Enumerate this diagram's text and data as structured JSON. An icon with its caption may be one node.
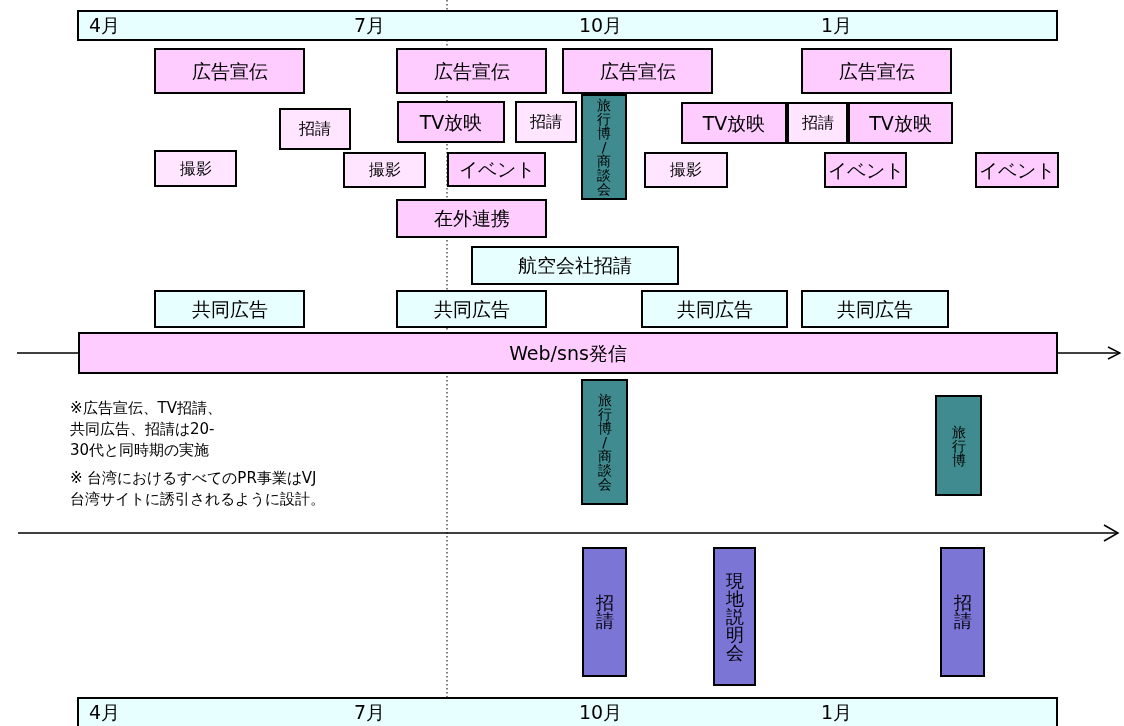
{
  "diagram": {
    "nodes": [
      {
        "text": [
          "4月",
          "7月",
          "10月",
          "1月"
        ]
      },
      {
        "text": [
          "広告宣伝"
        ]
      },
      {
        "text": [
          "広告宣伝"
        ]
      },
      {
        "text": [
          "広告宣伝"
        ]
      },
      {
        "text": [
          "広告宣伝"
        ]
      },
      {
        "text": [
          "TV放映"
        ]
      },
      {
        "text": [
          "招請"
        ]
      },
      {
        "text": [
          "旅行博/商談会"
        ]
      },
      {
        "text": [
          "TV放映"
        ]
      },
      {
        "text": [
          "招請"
        ]
      },
      {
        "text": [
          "TV放映"
        ]
      },
      {
        "text": [
          "招請"
        ]
      },
      {
        "text": [
          "撮影"
        ]
      },
      {
        "text": [
          "撮影"
        ]
      },
      {
        "text": [
          "イベント"
        ]
      },
      {
        "text": [
          "撮影"
        ]
      },
      {
        "text": [
          "イベント"
        ]
      },
      {
        "text": [
          "イベント"
        ]
      },
      {
        "text": [
          "在外連携"
        ]
      },
      {
        "text": [
          "航空会社招請"
        ]
      },
      {
        "text": [
          "共同広告"
        ]
      },
      {
        "text": [
          "共同広告"
        ]
      },
      {
        "text": [
          "共同広告"
        ]
      },
      {
        "text": [
          "共同広告"
        ]
      },
      {
        "text": [
          "Web/sns発信"
        ]
      },
      {
        "text": [
          "旅行博/商談会"
        ]
      },
      {
        "text": [
          "旅行博"
        ]
      },
      {
        "text": [
          "招請"
        ]
      },
      {
        "text": [
          "現地説明会"
        ]
      },
      {
        "text": [
          "招請"
        ]
      },
      {
        "text": [
          "4月",
          "7月",
          "10月",
          "1月"
        ]
      }
    ],
    "edges": [
      {
        "from": null,
        "to": 24,
        "arrow": "none"
      },
      {
        "from": 24,
        "to": null,
        "arrow": "to"
      }
    ],
    "labels": [
      "※広告宣伝、TV招請、共同広告、招請は20-30代と同時期の実施",
      "※ 台湾におけるすべてのPR事業はVJ台湾サイトに誘引されるように設計。"
    ]
  }
}
